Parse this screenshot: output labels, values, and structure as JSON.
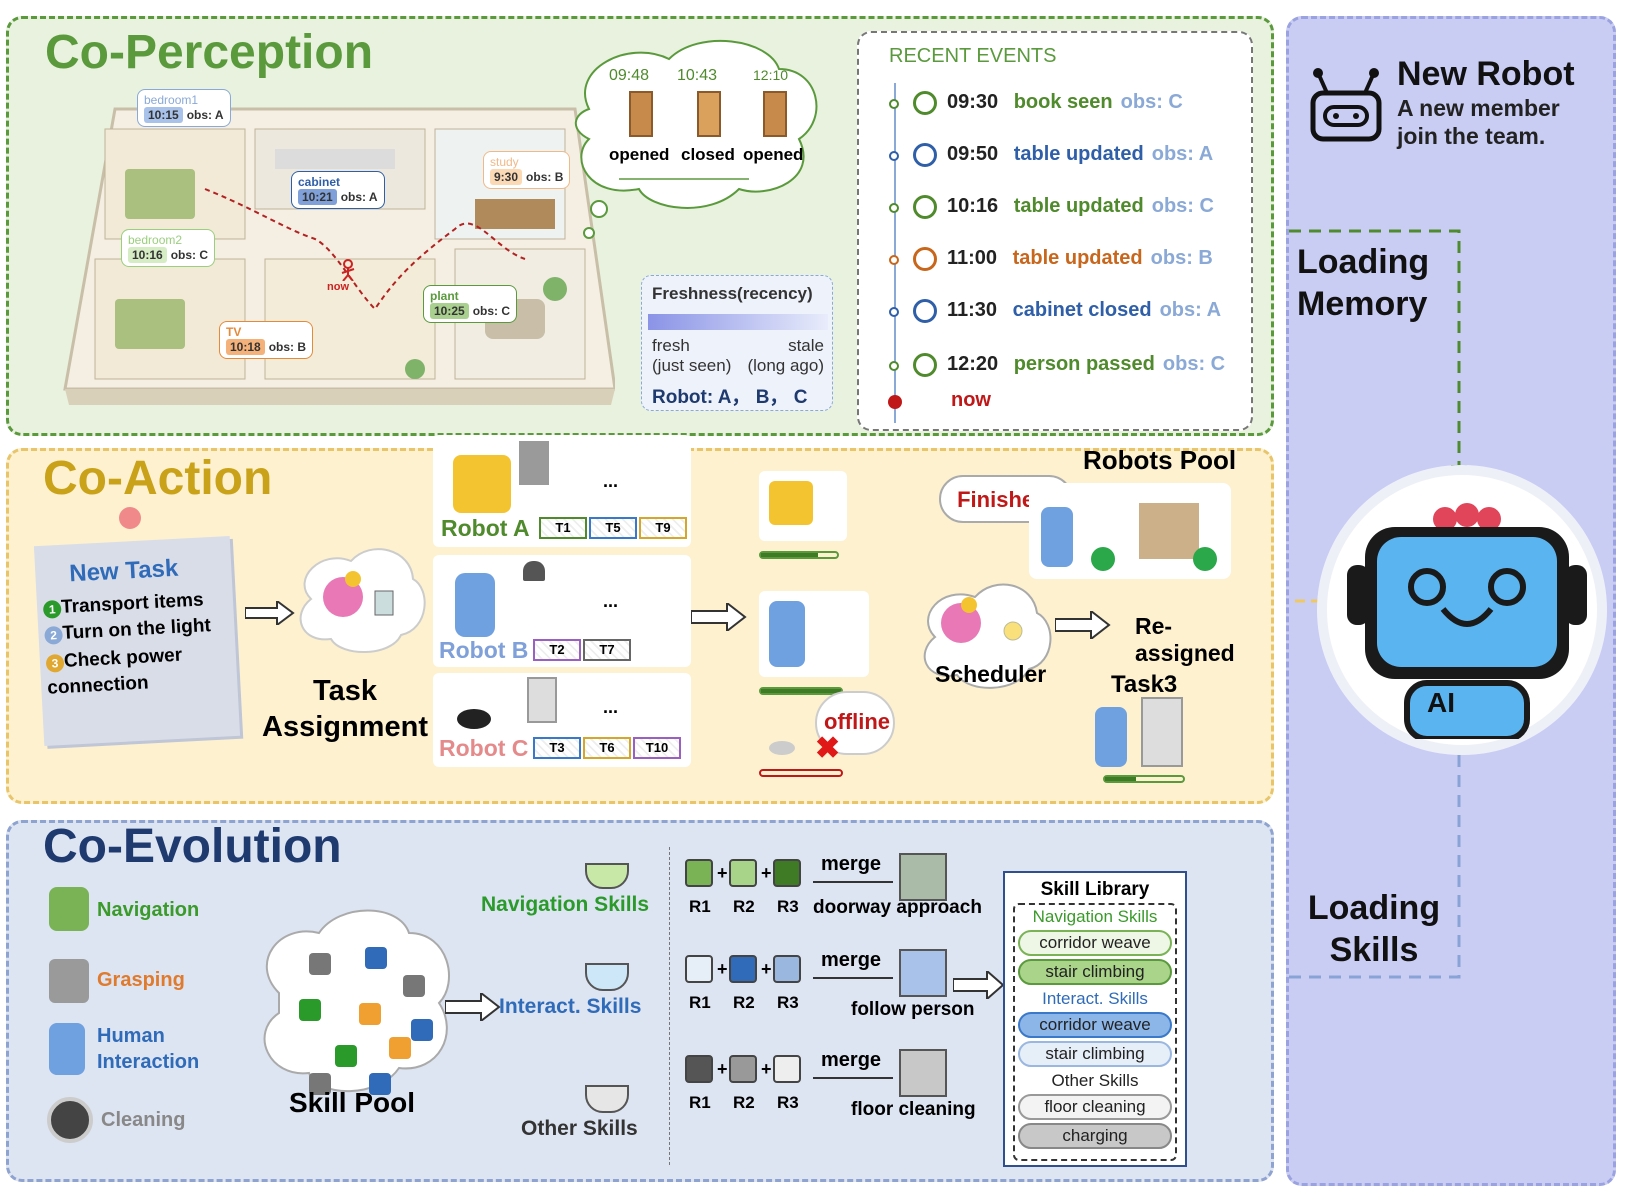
{
  "perception": {
    "title": "Co-Perception",
    "tags": [
      {
        "name": "bedroom1",
        "time": "10:15",
        "obs": "obs: A"
      },
      {
        "name": "cabinet",
        "time": "10:21",
        "obs": "obs: A"
      },
      {
        "name": "study",
        "time": "9:30",
        "obs": "obs: B"
      },
      {
        "name": "bedroom2",
        "time": "10:16",
        "obs": "obs: C"
      },
      {
        "name": "plant",
        "time": "10:25",
        "obs": "obs: C"
      },
      {
        "name": "TV",
        "time": "10:18",
        "obs": "obs: B"
      }
    ],
    "now_label": "now",
    "doors": [
      {
        "time": "09:48",
        "state": "opened"
      },
      {
        "time": "10:43",
        "state": "closed"
      },
      {
        "time": "12:10",
        "state": "opened"
      }
    ],
    "freshness": {
      "title": "Freshness(recency)",
      "fresh": "fresh",
      "fresh_sub": "(just seen)",
      "stale": "stale",
      "stale_sub": "(long ago)",
      "robots": "Robot: A， B， C"
    },
    "events_title": "RECENT EVENTS",
    "events": [
      {
        "time": "09:30",
        "text": "book seen",
        "obs": "obs: C",
        "color": "#4f8a2c"
      },
      {
        "time": "09:50",
        "text": "table updated",
        "obs": "obs: A",
        "color": "#2f5fa8"
      },
      {
        "time": "10:16",
        "text": "table updated",
        "obs": "obs: C",
        "color": "#4f8a2c"
      },
      {
        "time": "11:00",
        "text": "table updated",
        "obs": "obs: B",
        "color": "#c8661c"
      },
      {
        "time": "11:30",
        "text": "cabinet closed",
        "obs": "obs: A",
        "color": "#2f5fa8"
      },
      {
        "time": "12:20",
        "text": "person passed",
        "obs": "obs: C",
        "color": "#4f8a2c"
      }
    ],
    "now": "now"
  },
  "action": {
    "title": "Co-Action",
    "new_task": {
      "title": "New Task",
      "items": [
        "Transport items",
        "Turn on the light",
        "Check power connection"
      ],
      "nums": [
        "1",
        "2",
        "3"
      ]
    },
    "assignment": "Task Assignment",
    "robots": [
      {
        "name": "Robot A",
        "color": "#4f8a2c",
        "tasks": [
          "T1",
          "T5",
          "T9"
        ],
        "task_colors": [
          "#4f8a2c",
          "#3a78c9",
          "#d4a72c"
        ]
      },
      {
        "name": "Robot B",
        "color": "#7fa0d8",
        "tasks": [
          "T2",
          "T7"
        ],
        "task_colors": [
          "#9b5fc0",
          "#666"
        ]
      },
      {
        "name": "Robot C",
        "color": "#e58a8a",
        "tasks": [
          "T3",
          "T6",
          "T10"
        ],
        "task_colors": [
          "#3a78c9",
          "#d4a72c",
          "#9b5fc0"
        ]
      }
    ],
    "ellipsis": "...",
    "progress": [
      0.75,
      1.0,
      0.0
    ],
    "offline": "offline",
    "scheduler": "Scheduler",
    "finished": "Finished!",
    "pool": "Robots Pool",
    "reassigned": "Re-assigned",
    "task3": "Task3"
  },
  "evolution": {
    "title": "Co-Evolution",
    "sources": [
      "Navigation",
      "Grasping",
      "Human Interaction",
      "Cleaning"
    ],
    "source_colors": [
      "#3a9a2a",
      "#e07a2c",
      "#2f6bb8",
      "#777"
    ],
    "pool": "Skill Pool",
    "categories": [
      "Navigation Skills",
      "Interact. Skills",
      "Other Skills"
    ],
    "merge": "merge",
    "rlabels": [
      "R1",
      "R2",
      "R3"
    ],
    "merged": [
      "doorway approach",
      "follow person",
      "floor cleaning"
    ],
    "library": {
      "title": "Skill Library",
      "groups": [
        {
          "name": "Navigation Skills",
          "items": [
            "corridor weave",
            "stair climbing"
          ]
        },
        {
          "name": "Interact. Skills",
          "items": [
            "corridor weave",
            "stair climbing"
          ]
        },
        {
          "name": "Other Skills",
          "items": [
            "floor cleaning",
            "charging"
          ]
        }
      ]
    }
  },
  "right": {
    "new_robot": "New Robot",
    "new_robot_sub1": "A new member",
    "new_robot_sub2": "join the team.",
    "loading_memory1": "Loading",
    "loading_memory2": "Memory",
    "loading_skills1": "Loading",
    "loading_skills2": "Skills",
    "ai": "AI"
  }
}
